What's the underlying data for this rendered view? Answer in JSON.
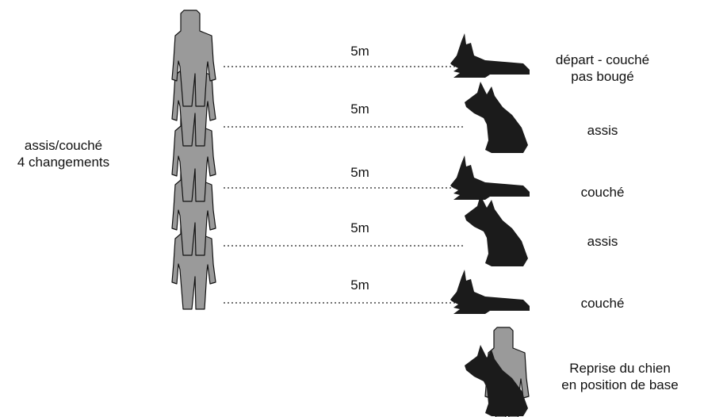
{
  "colors": {
    "handler_fill": "#9a9a9a",
    "handler_stroke": "#111111",
    "dog_fill": "#1b1b1b",
    "line": "#222222",
    "text": "#111111"
  },
  "icons": {
    "handler": "person-standing-icon",
    "dog_down": "dog-lying-down-icon",
    "dog_sit": "dog-sitting-icon"
  },
  "left_label": {
    "line1": "assis/couché",
    "line2": "4 changements"
  },
  "steps": [
    {
      "distance": "5m",
      "position": "down",
      "label_line1": "départ - couché",
      "label_line2": "pas bougé"
    },
    {
      "distance": "5m",
      "position": "sit",
      "label_line1": "assis",
      "label_line2": ""
    },
    {
      "distance": "5m",
      "position": "down",
      "label_line1": "couché",
      "label_line2": ""
    },
    {
      "distance": "5m",
      "position": "sit",
      "label_line1": "assis",
      "label_line2": ""
    },
    {
      "distance": "5m",
      "position": "down",
      "label_line1": "couché",
      "label_line2": ""
    }
  ],
  "final_step": {
    "label_line1": "Reprise du chien",
    "label_line2": "en position de base"
  }
}
